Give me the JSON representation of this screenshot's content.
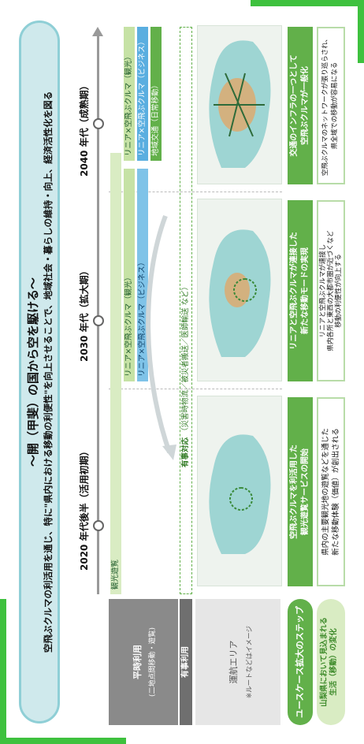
{
  "title": {
    "main": "〜開（甲斐）の国から空を駆ける〜",
    "sub": "空飛ぶクルマの利活用を通じ、特に\"県内における移動の利便性\"を向上させることで、地域社会・暮らしの維持・向上、経済活性化を図る"
  },
  "phases": [
    {
      "label": "2020 年代後半（活用初期）"
    },
    {
      "label": "2030 年代（拡大期）"
    },
    {
      "label": "2040 年代（成熟期）"
    }
  ],
  "rows": {
    "normal": {
      "label": "平時利用",
      "sub": "(二地点間移動・遊覧)"
    },
    "emergency": {
      "label": "有事利用"
    },
    "area": {
      "label": "運航エリア",
      "note": "※ルートなどはイメージ"
    }
  },
  "bars": {
    "sightseeing": "観光遊覧",
    "linear_tourism_1": "リニア×空飛ぶクルマ（観光）",
    "linear_business_1": "リニア×空飛ぶクルマ（ビジネス）",
    "linear_tourism_2": "リニア×空飛ぶクルマ（観光）",
    "linear_business_2": "リニア×空飛ぶクルマ（ビジネス）",
    "regional": "地域交通（日常移動）",
    "emergency_label": "有事対応",
    "emergency_detail": "（災害時物流／被災者搬送／医師輸送 など）"
  },
  "left_column": {
    "steps": "ユースケース拡大のステップ",
    "change_line1": "山梨県において見込まれる",
    "change_line2": "生活（移動）の変化"
  },
  "steps": [
    {
      "line1": "空飛ぶクルマを利活用した",
      "line2": "観光遊覧サービスの開始"
    },
    {
      "line1": "リニアと空飛ぶクルマが連接した",
      "line2": "新たな移動モードの実現"
    },
    {
      "line1": "交通のインフラの一つとして",
      "line2": "空飛ぶクルマが一般化"
    }
  ],
  "changes": [
    {
      "line1": "県内の主要観光地の遊覧などを通じた",
      "line2": "新たな移動体験（価値）が創出される"
    },
    {
      "line1": "リニアと空飛ぶクルマが連接し",
      "line2": "県内各所と東西の大都市圏が近づくなど",
      "line3": "移動の利便性が向上する"
    },
    {
      "line1": "空飛ぶクルマのネットワークが張り巡らされ、",
      "line2": "県全域での移動が容易になる"
    }
  ],
  "colors": {
    "green": "#62b04a",
    "teal": "#8fcfd6",
    "blue": "#5aaee0",
    "lightgreen": "#d9ecc3",
    "gray": "#8a8a8a"
  }
}
